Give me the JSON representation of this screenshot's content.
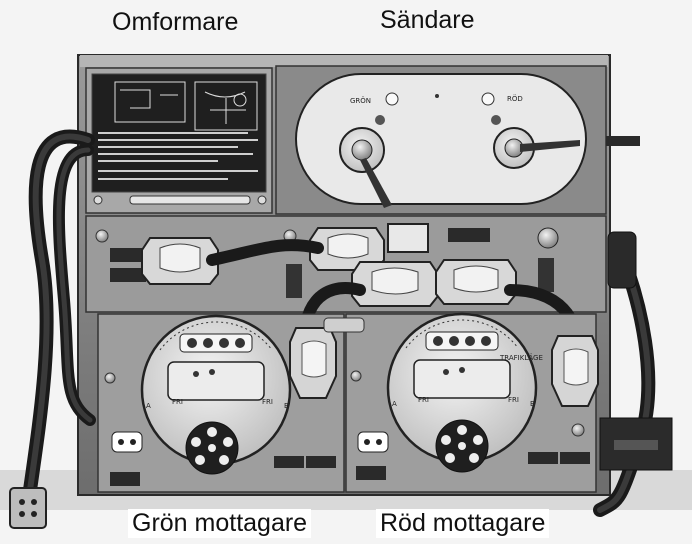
{
  "captions": {
    "omformare": "Omformare",
    "sandare": "Sändare",
    "gron_mottagare": "Grön mottagare",
    "rod_mottagare": "Röd mottagare"
  },
  "panel_labels": {
    "gron": "GRÖN",
    "rod": "RÖD",
    "fri_left_a": "FRI",
    "fri_left_b": "FRI",
    "fri_right_a": "FRI",
    "fri_right_b": "FRI",
    "a_left": "A",
    "b_left": "B",
    "a_right": "A",
    "b_right": "B",
    "trafiklage": "TRAFIKLÄGE"
  }
}
